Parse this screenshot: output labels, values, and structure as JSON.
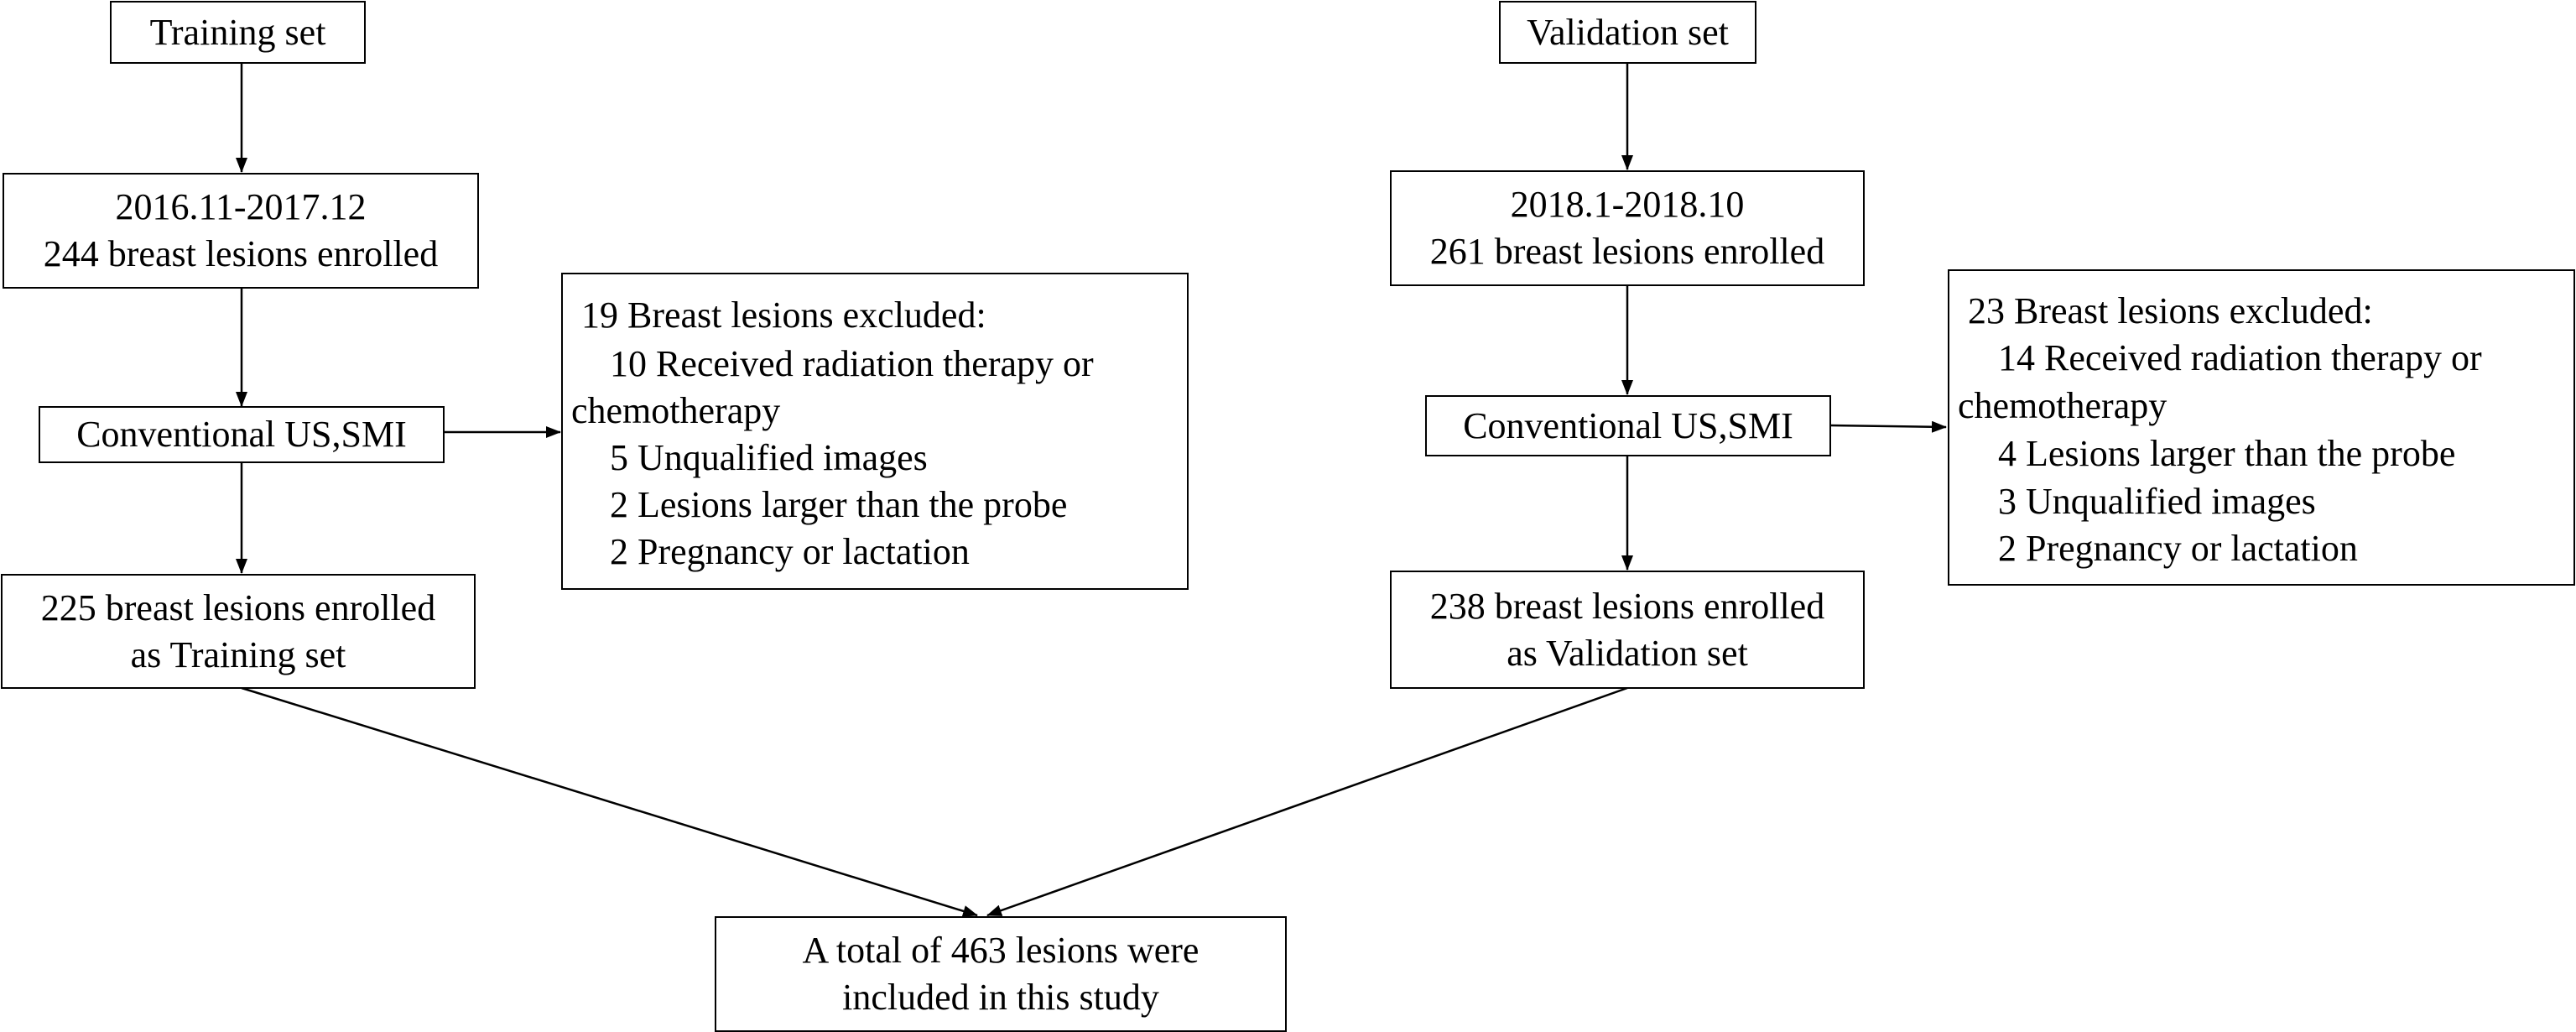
{
  "training": {
    "header": "Training set",
    "period": "2016.11-2017.12",
    "enrolled": "244 breast lesions enrolled",
    "method": "Conventional US,SMI",
    "exclusion": {
      "title": "19 Breast lesions excluded:",
      "items": [
        "10 Received radiation therapy or",
        "chemotherapy",
        "5 Unqualified images",
        "2 Lesions larger than the probe",
        "2 Pregnancy or lactation"
      ]
    },
    "final_line1": "225 breast lesions enrolled",
    "final_line2": "as Training set"
  },
  "validation": {
    "header": "Validation set",
    "period": "2018.1-2018.10",
    "enrolled": "261 breast lesions enrolled",
    "method": "Conventional US,SMI",
    "exclusion": {
      "title": "23 Breast lesions excluded:",
      "items": [
        "14 Received radiation therapy or",
        "chemotherapy",
        "4 Lesions larger than the probe",
        "3 Unqualified images",
        "2 Pregnancy or lactation"
      ]
    },
    "final_line1": "238 breast lesions enrolled",
    "final_line2": "as Validation set"
  },
  "total": {
    "line1": "A total of 463 lesions were",
    "line2": "included in this study"
  }
}
